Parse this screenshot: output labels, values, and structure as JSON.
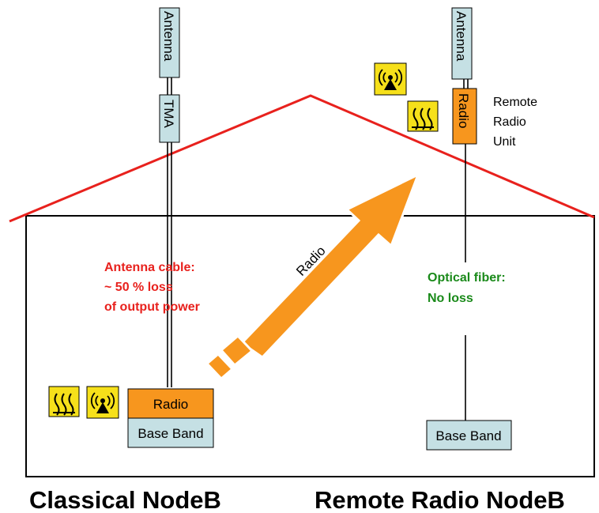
{
  "classical": {
    "antenna_label": "Antenna",
    "tma_label": "TMA",
    "radio_label": "Radio",
    "baseband_label": "Base Band",
    "cable_note": [
      "Antenna cable:",
      "~ 50 % loss",
      "of output power"
    ],
    "caption": "Classical NodeB"
  },
  "remote": {
    "antenna_label": "Antenna",
    "radio_label": "Radio",
    "rru_label": [
      "Remote",
      "Radio",
      "Unit"
    ],
    "fiber_note": [
      "Optical fiber:",
      "No loss"
    ],
    "baseband_label": "Base Band",
    "caption": "Remote Radio NodeB"
  },
  "arrow_label": "Radio",
  "icons": [
    "heat-icon",
    "radiation-icon"
  ],
  "colors": {
    "roof": "#e8211d",
    "radio_fill": "#f7961e",
    "box_fill": "#c5e0e4",
    "loss_note": "#e8211d",
    "fiber_note": "#1a8a1a",
    "icon_fill": "#f6e01a"
  }
}
